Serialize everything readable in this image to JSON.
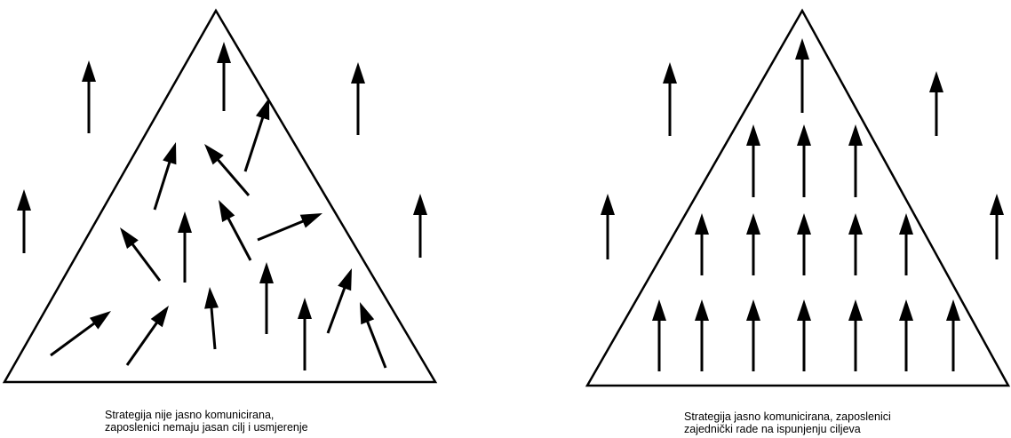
{
  "colors": {
    "stroke": "#000000",
    "background": "#ffffff"
  },
  "left_panel": {
    "caption_line1": "Strategija nije jasno komunicirana,",
    "caption_line2": "zaposlenici nemaju jasan cilj i usmjerenje"
  },
  "right_panel": {
    "caption_line1": "Strategija jasno komunicirana, zaposlenici",
    "caption_line2": "zajednički rade na ispunjenju ciljeva"
  }
}
